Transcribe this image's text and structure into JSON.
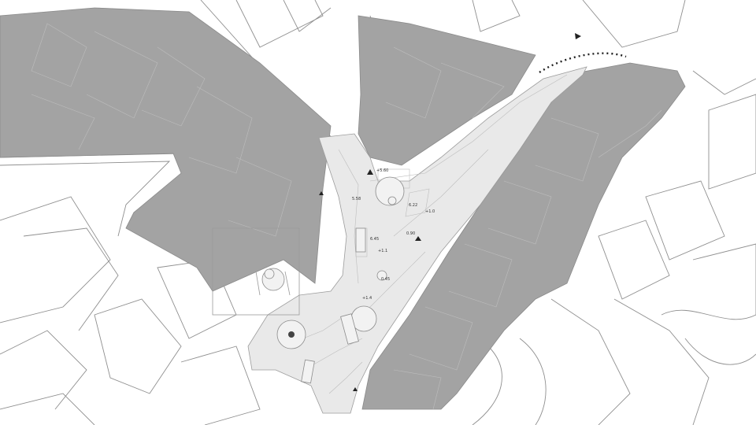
{
  "map": {
    "colors": {
      "background": "#ffffff",
      "building": "#a3a3a3",
      "paving": "#e9e9e9",
      "linework": "#8f8f8f",
      "symbol": "#222222"
    },
    "elevation_labels": [
      {
        "id": "lbl-1",
        "text": "+5.60"
      },
      {
        "id": "lbl-2",
        "text": "5.58"
      },
      {
        "id": "lbl-3",
        "text": "6.22"
      },
      {
        "id": "lbl-4",
        "text": "+1.0"
      },
      {
        "id": "lbl-5",
        "text": "0.90"
      },
      {
        "id": "lbl-6",
        "text": "6.45"
      },
      {
        "id": "lbl-7",
        "text": "0.45"
      },
      {
        "id": "lbl-8",
        "text": "+1.4"
      },
      {
        "id": "lbl-9",
        "text": "+1.1"
      }
    ],
    "icons": [
      "north-arrow-icon",
      "direction-arrow-icon",
      "tree-icon",
      "vehicle-icon",
      "fountain-icon"
    ]
  }
}
